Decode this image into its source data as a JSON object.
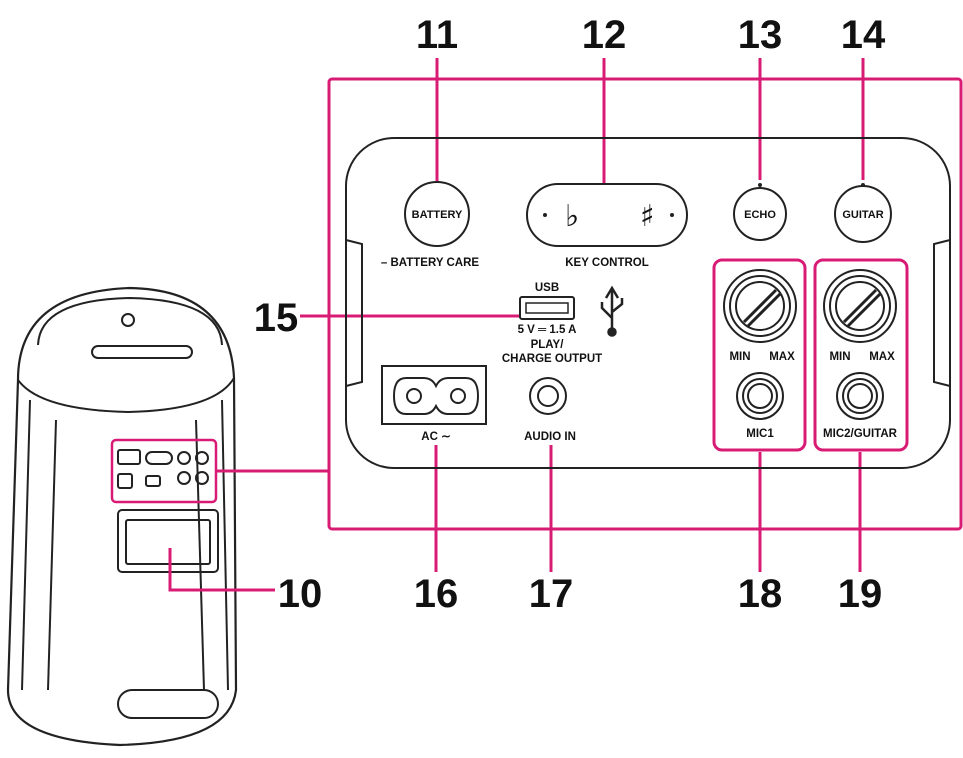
{
  "colors": {
    "callout": "#D81B74",
    "outline": "#222222",
    "background": "#ffffff"
  },
  "callouts": {
    "n10": "10",
    "n11": "11",
    "n12": "12",
    "n13": "13",
    "n14": "14",
    "n15": "15",
    "n16": "16",
    "n17": "17",
    "n18": "18",
    "n19": "19"
  },
  "panel": {
    "battery_button": "BATTERY",
    "battery_care_label": "– BATTERY CARE",
    "key_control_label": "KEY CONTROL",
    "key_flat_symbol": "♭",
    "key_sharp_symbol": "♯",
    "echo_button": "ECHO",
    "guitar_button": "GUITAR",
    "usb_label": "USB",
    "usb_icon": "usb-icon",
    "usb_rating": "5 V ═ 1.5 A",
    "usb_mode_1": "PLAY/",
    "usb_mode_2": "CHARGE OUTPUT",
    "ac_label": "AC ∼",
    "audio_in_label": "AUDIO IN",
    "mic1_min": "MIN",
    "mic1_max": "MAX",
    "mic1_label": "MIC1",
    "mic2_min": "MIN",
    "mic2_max": "MAX",
    "mic2_label": "MIC2/GUITAR"
  }
}
